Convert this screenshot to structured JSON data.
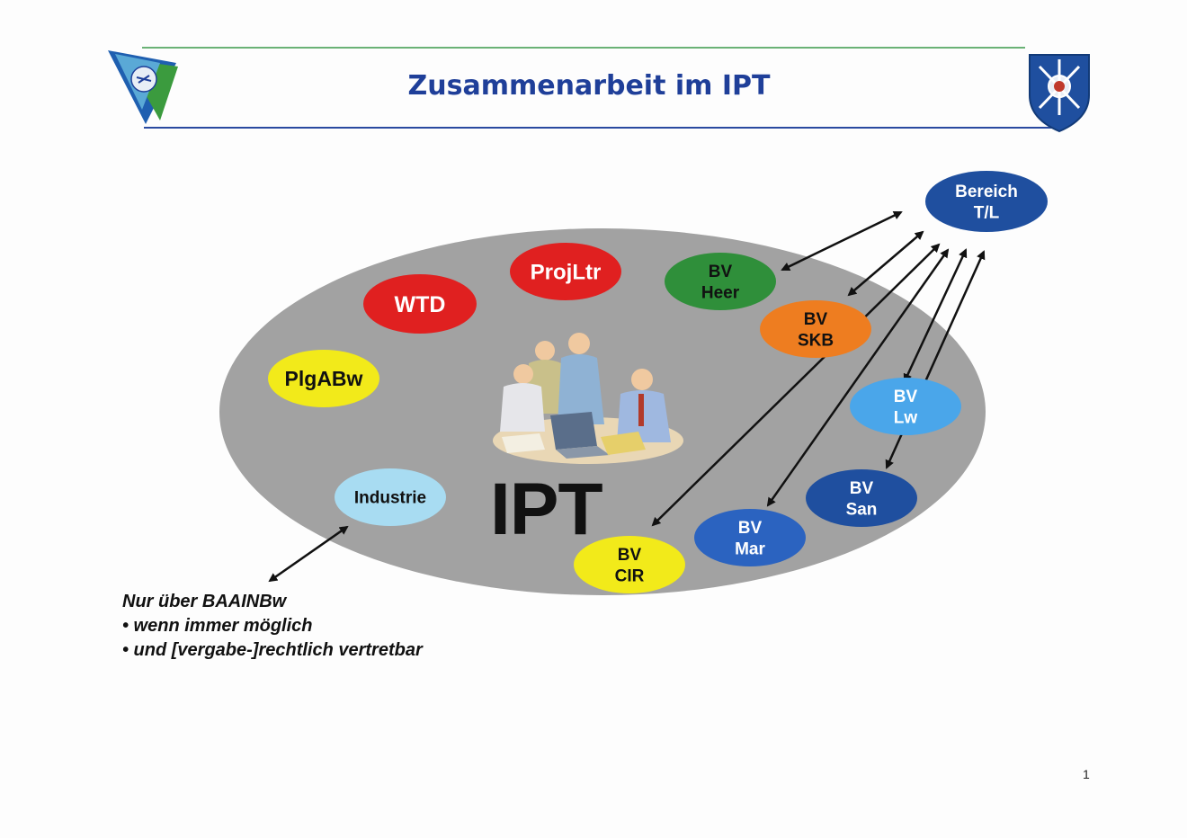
{
  "header": {
    "title": "Zusammenarbeit im IPT",
    "left_logo": "triangle-emblem",
    "right_logo": "shield-crest"
  },
  "center_label": "IPT",
  "center_image": "team-meeting-clipart",
  "participants": [
    {
      "id": "projltr",
      "label": "ProjLtr",
      "color": "#e02020",
      "text_color": "#ffffff"
    },
    {
      "id": "wtd",
      "label": "WTD",
      "color": "#e02020",
      "text_color": "#ffffff"
    },
    {
      "id": "plgabw",
      "label": "PlgABw",
      "color": "#f2ea1a",
      "text_color": "#111111"
    },
    {
      "id": "industrie",
      "label": "Industrie",
      "color": "#a8dcf2",
      "text_color": "#111111"
    },
    {
      "id": "bv-heer",
      "label": "BV\nHeer",
      "color": "#2f8f3a",
      "text_color": "#111111"
    },
    {
      "id": "bv-skb",
      "label": "BV\nSKB",
      "color": "#ee7d20",
      "text_color": "#111111"
    },
    {
      "id": "bv-lw",
      "label": "BV\nLw",
      "color": "#4aa6ea",
      "text_color": "#ffffff"
    },
    {
      "id": "bv-san",
      "label": "BV\nSan",
      "color": "#1f4f9f",
      "text_color": "#ffffff"
    },
    {
      "id": "bv-mar",
      "label": "BV\nMar",
      "color": "#2b63c0",
      "text_color": "#ffffff"
    },
    {
      "id": "bv-cir",
      "label": "BV\nCIR",
      "color": "#f2ea1a",
      "text_color": "#111111"
    }
  ],
  "hub": {
    "id": "bereich-tl",
    "label": "Bereich\nT/L",
    "color": "#1f4f9f",
    "text_color": "#ffffff"
  },
  "connections": [
    {
      "from": "bereich-tl",
      "to": "bv-heer"
    },
    {
      "from": "bereich-tl",
      "to": "bv-skb"
    },
    {
      "from": "bereich-tl",
      "to": "bv-cir"
    },
    {
      "from": "bereich-tl",
      "to": "bv-mar"
    },
    {
      "from": "bereich-tl",
      "to": "bv-lw"
    },
    {
      "from": "bereich-tl",
      "to": "bv-san"
    },
    {
      "from": "industrie",
      "to": "note"
    }
  ],
  "note": {
    "line1": "Nur über BAAINBw",
    "line2": "• wenn immer möglich",
    "line3": "• und  [vergabe-]rechtlich vertretbar"
  },
  "page_number": "1"
}
